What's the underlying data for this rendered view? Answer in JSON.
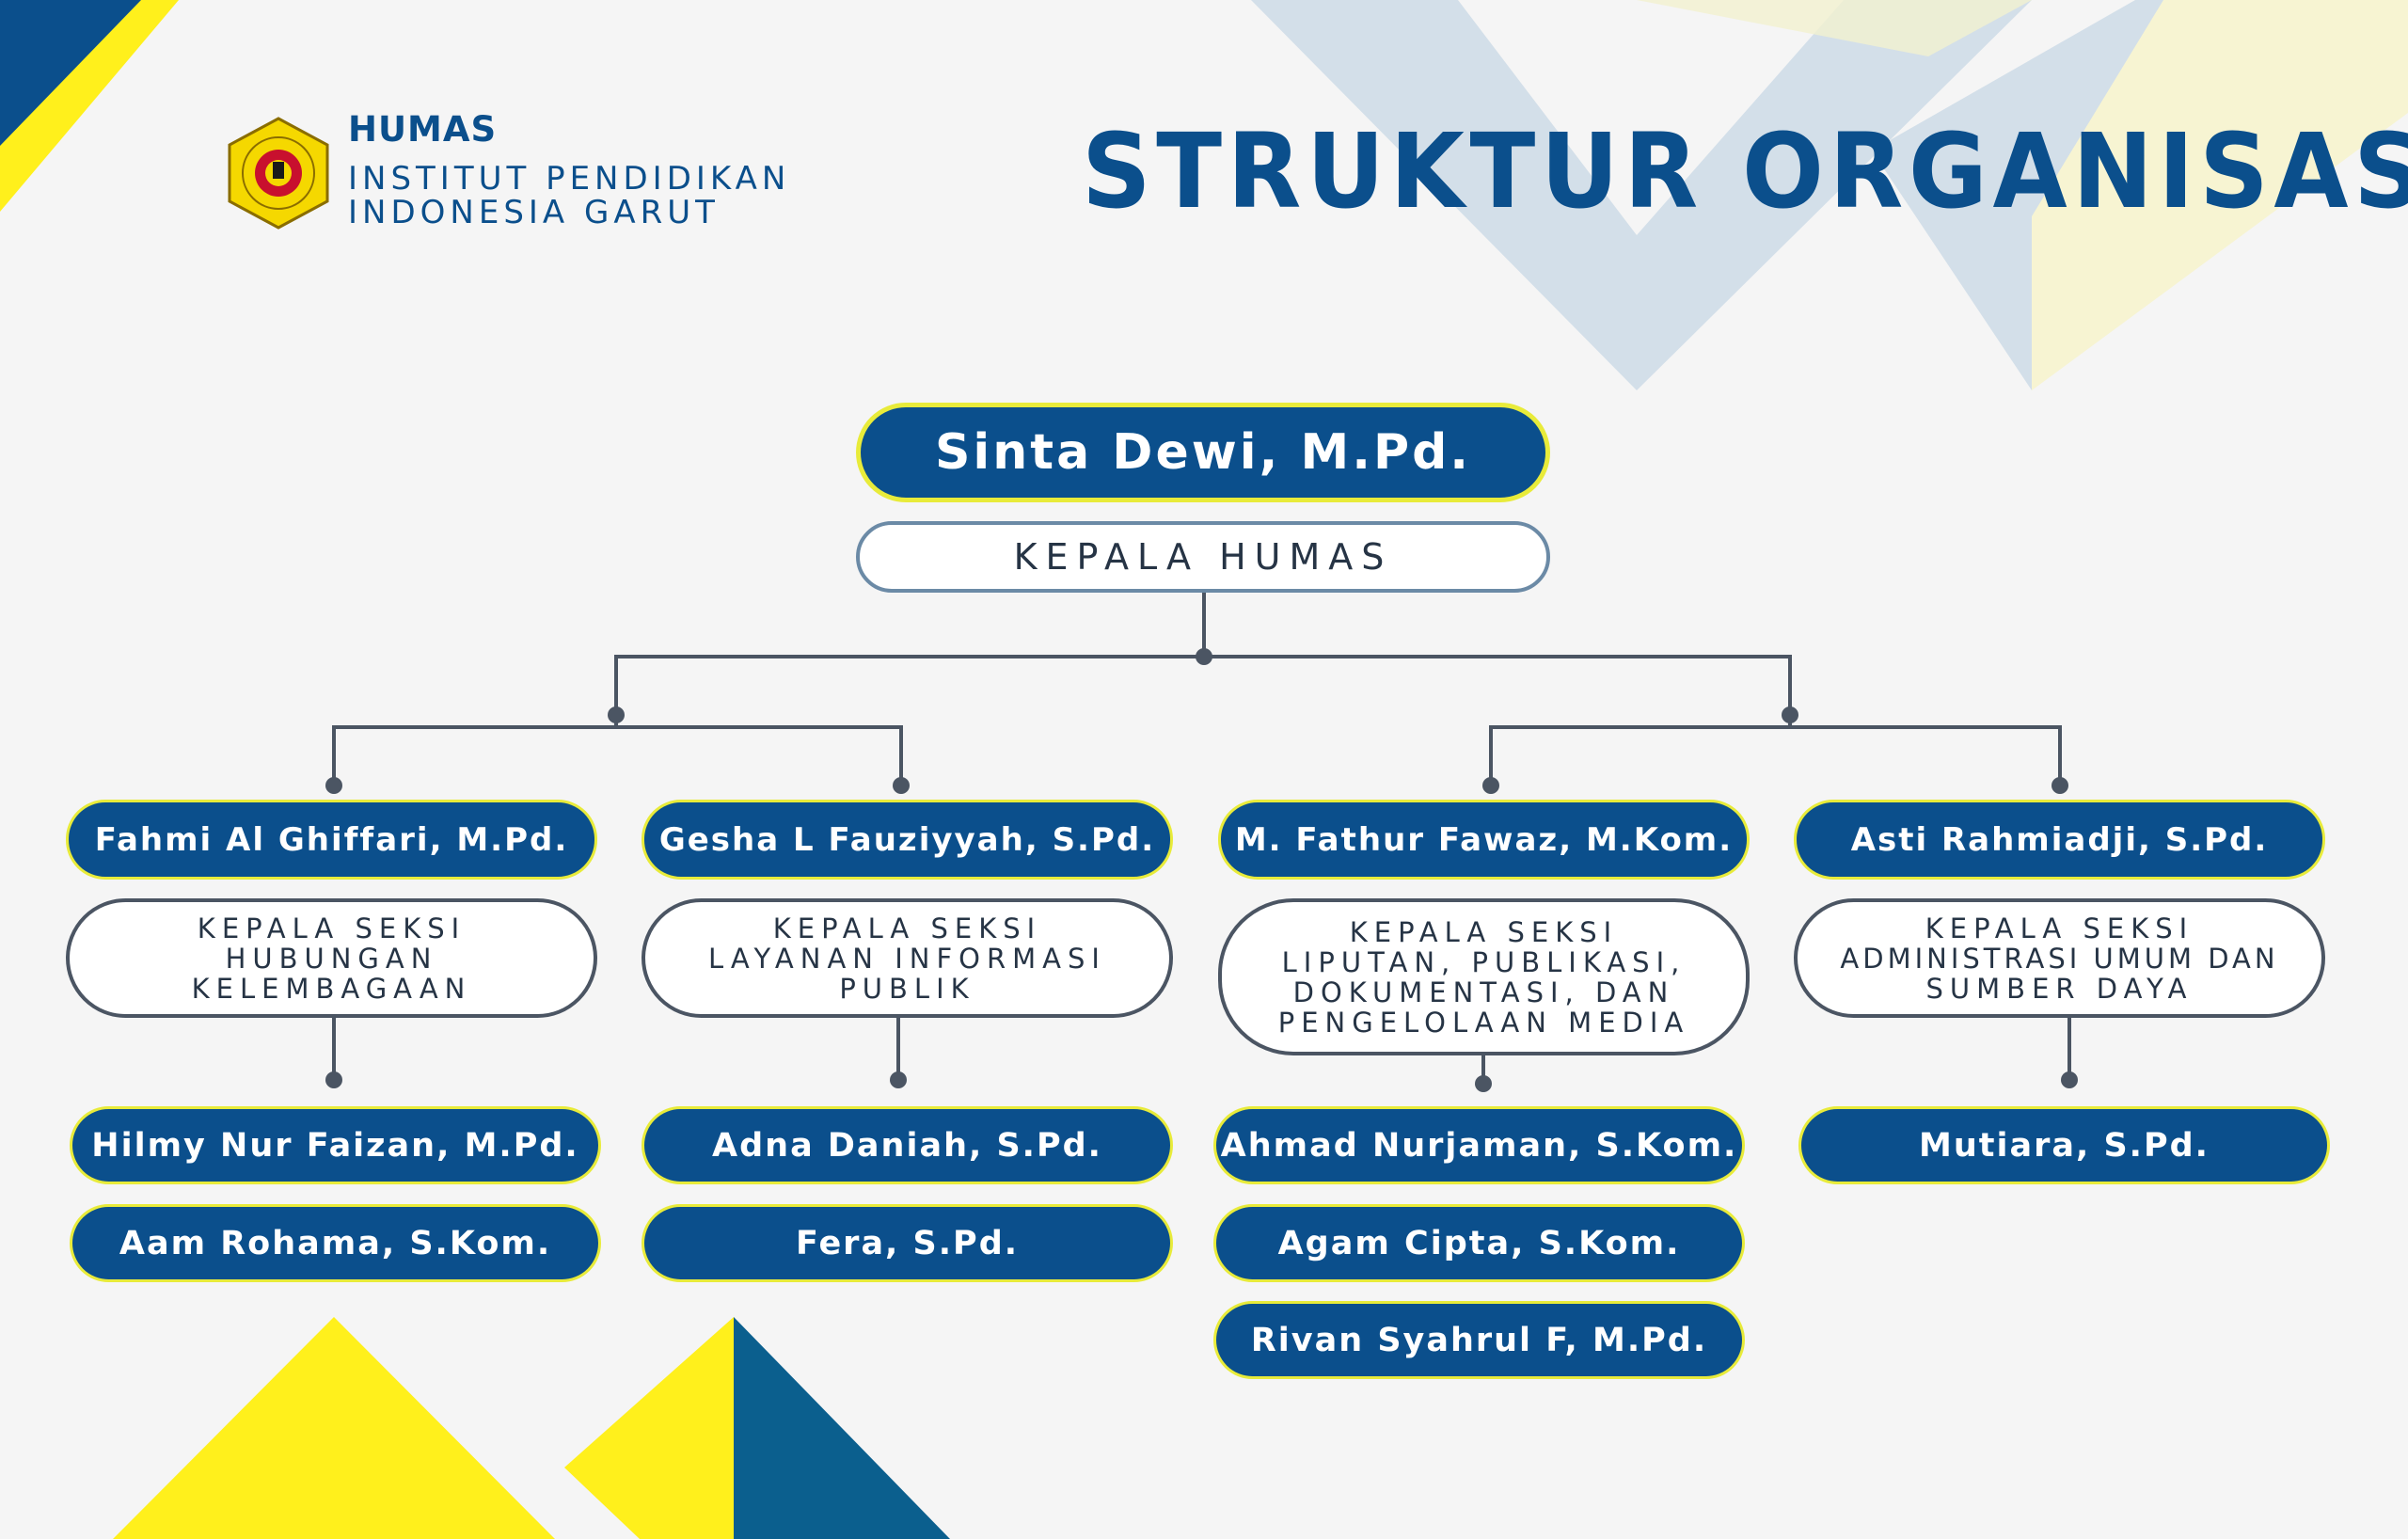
{
  "header": {
    "brand_name": "HUMAS",
    "institution_line1": "INSTITUT PENDIDIKAN",
    "institution_line2": "INDONESIA GARUT",
    "logo_icon": "university-seal-icon",
    "title": "STRUKTUR ORGANISASI"
  },
  "colors": {
    "primary": "#0b4f8c",
    "accent_yellow": "#fff01c",
    "pill_border": "#e8eb3a",
    "line": "#4b5563",
    "background": "#f5f5f5"
  },
  "head": {
    "name": "Sinta Dewi, M.Pd.",
    "role": "KEPALA HUMAS"
  },
  "sections": [
    {
      "head": "Fahmi Al Ghiffari, M.Pd.",
      "role_lines": [
        "KEPALA SEKSI",
        "HUBUNGAN",
        "KELEMBAGAAN"
      ],
      "members": [
        "Hilmy Nur Faizan, M.Pd.",
        "Aam Rohama, S.Kom."
      ]
    },
    {
      "head": "Gesha L Fauziyyah, S.Pd.",
      "role_lines": [
        "KEPALA SEKSI",
        "LAYANAN INFORMASI",
        "PUBLIK"
      ],
      "members": [
        "Adna Daniah, S.Pd.",
        "Fera, S.Pd."
      ]
    },
    {
      "head": "M. Fathur Fawaz, M.Kom.",
      "role_lines": [
        "KEPALA SEKSI",
        "LIPUTAN, PUBLIKASI,",
        "DOKUMENTASI, DAN",
        "PENGELOLAAN MEDIA"
      ],
      "members": [
        "Ahmad Nurjaman, S.Kom.",
        "Agam Cipta, S.Kom.",
        "Rivan Syahrul F, M.Pd."
      ]
    },
    {
      "head": "Asti Rahmiadji, S.Pd.",
      "role_lines": [
        "KEPALA SEKSI",
        "ADMINISTRASI UMUM DAN",
        "SUMBER DAYA"
      ],
      "members": [
        "Mutiara, S.Pd."
      ]
    }
  ]
}
